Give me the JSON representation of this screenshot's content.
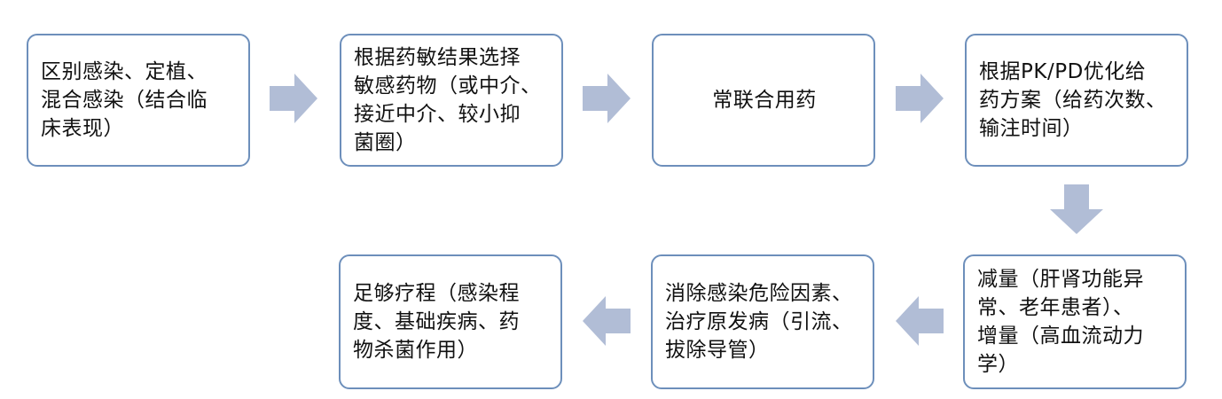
{
  "colors": {
    "box_border": "#6d8fbb",
    "arrow_fill": "#b1bdd6",
    "text": "#111111"
  },
  "steps": [
    {
      "text": "区别感染、定植、\n混合感染（结合临\n床表现）"
    },
    {
      "text": "根据药敏结果选择\n敏感药物（或中介、\n接近中介、较小抑\n菌圈）"
    },
    {
      "text": "常联合用药"
    },
    {
      "text": "根据PK/PD优化给\n药方案（给药次数、\n输注时间）"
    },
    {
      "text": "减量（肝肾功能异\n常、老年患者）、\n增量（高血流动力\n学）"
    },
    {
      "text": "消除感染危险因素、\n治疗原发病（引流、\n拔除导管）"
    },
    {
      "text": "足够疗程（感染程\n度、基础疾病、药\n物杀菌作用）"
    }
  ]
}
